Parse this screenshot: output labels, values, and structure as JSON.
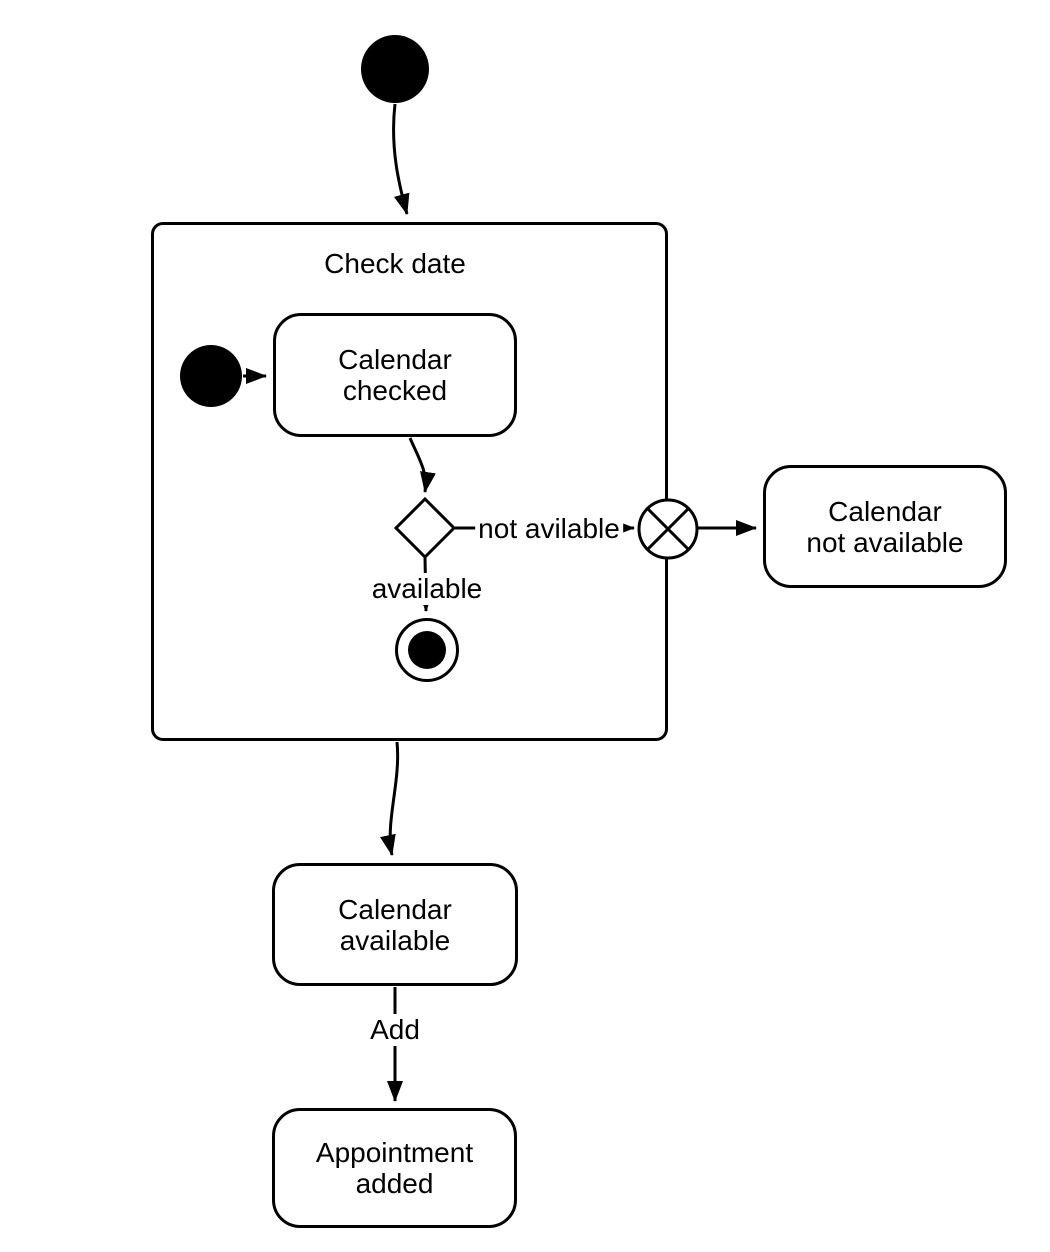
{
  "diagram": {
    "type": "uml-state-machine",
    "colors": {
      "stroke": "#000000",
      "node_fill": "#ffffff",
      "background": "#ffffff"
    },
    "composite": {
      "label": "Check date"
    },
    "nodes": {
      "calendar_checked": {
        "label": "Calendar\nchecked"
      },
      "calendar_not_available": {
        "label": "Calendar\nnot available"
      },
      "calendar_available": {
        "label": "Calendar\navailable"
      },
      "appointment_added": {
        "label": "Appointment\nadded"
      }
    },
    "edge_labels": {
      "not_available": "not avilable",
      "available": "available",
      "add": "Add"
    }
  }
}
